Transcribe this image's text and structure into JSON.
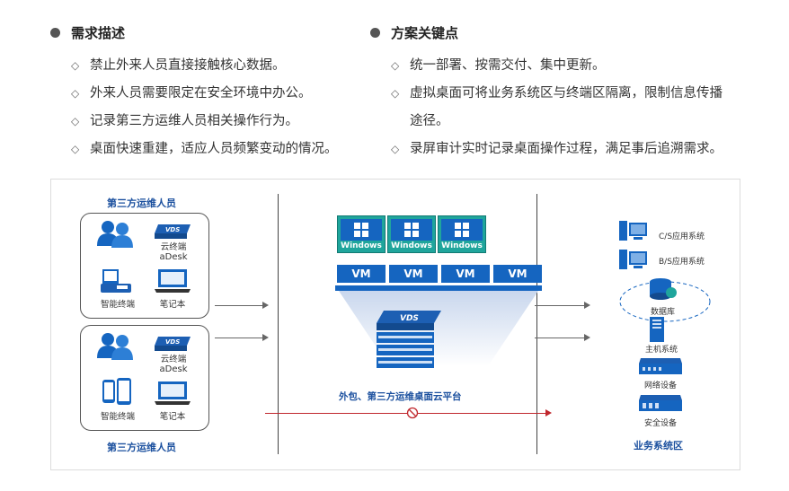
{
  "left_section": {
    "title": "需求描述",
    "items": [
      "禁止外来人员直接接触核心数据。",
      "外来人员需要限定在安全环境中办公。",
      "记录第三方运维人员相关操作行为。",
      "桌面快速重建，适应人员频繁变动的情况。"
    ]
  },
  "right_section": {
    "title": "方案关键点",
    "items": [
      "统一部署、按需交付、集中更新。",
      "虚拟桌面可将业务系统区与终端区隔离，限制信息传播途径。",
      "录屏审计实时记录桌面操作过程，满足事后追溯需求。"
    ]
  },
  "diagram": {
    "group_top_title": "第三方运维人员",
    "group_bottom_title": "第三方运维人员",
    "cloud_terminal_label": "云终端",
    "adesk_label": "aDesk",
    "smart_terminal_label": "智能终端",
    "notebook_label": "笔记本",
    "windows_label": "Windows",
    "vm_label": "VM",
    "vds_label": "VDS",
    "platform_label": "外包、第三方运维桌面云平台",
    "cs_system": "C/S应用系统",
    "bs_system": "B/S应用系统",
    "database": "数据库",
    "host_system": "主机系统",
    "network_device": "网络设备",
    "security_device": "安全设备",
    "business_zone": "业务系统区",
    "colors": {
      "accent_blue": "#1565c0",
      "teal": "#1fa59c",
      "blocked_red": "#c0272d"
    }
  }
}
